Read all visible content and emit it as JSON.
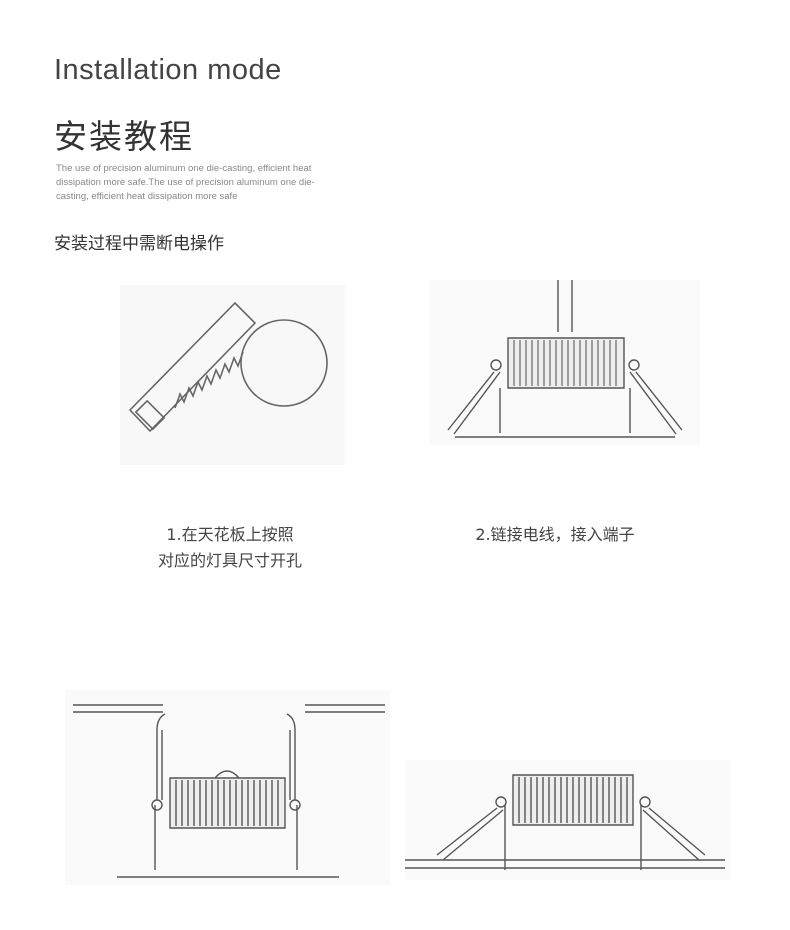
{
  "header": {
    "title_en": "Installation mode",
    "title_cn": "安装教程",
    "description": "The use of precision aluminum one die-casting, efficient heat dissipation more safe.The use of precision aluminum one die-casting, efficient heat dissipation more safe",
    "notice": "安装过程中需断电操作"
  },
  "steps": [
    {
      "caption_line1": "1.在天花板上按照",
      "caption_line2": "对应的灯具尺寸开孔"
    },
    {
      "caption_line1": "2.链接电线，接入端子",
      "caption_line2": ""
    }
  ]
}
